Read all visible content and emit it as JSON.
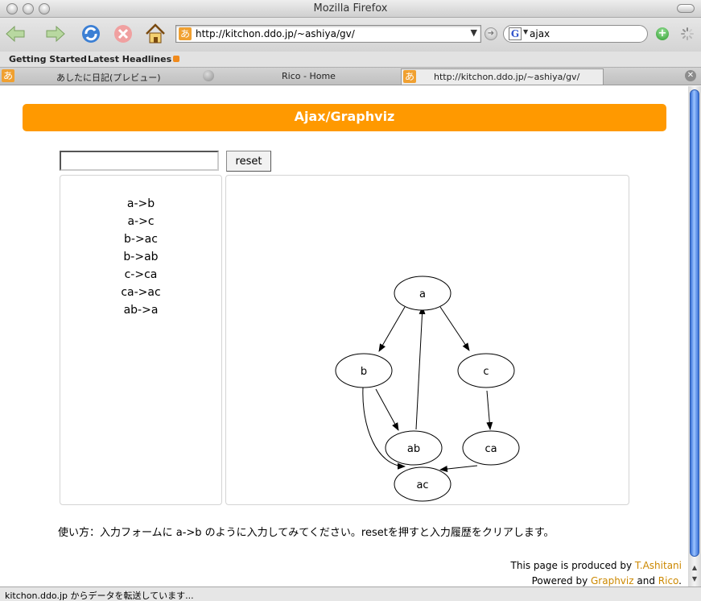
{
  "window": {
    "title": "Mozilla Firefox"
  },
  "toolbar": {
    "url": "http://kitchon.ddo.jp/~ashiya/gv/",
    "search_value": "ajax"
  },
  "bookmarks": [
    {
      "label": "Getting Started"
    },
    {
      "label": "Latest Headlines"
    }
  ],
  "tabs": [
    {
      "label": "あしたに日記(プレビュー)"
    },
    {
      "label": "Rico - Home"
    },
    {
      "label": "http://kitchon.ddo.jp/~ashiya/gv/"
    }
  ],
  "favicon_glyph": "あ",
  "page": {
    "header": "Ajax/Graphviz",
    "input_value": "",
    "reset_label": "reset",
    "edges": [
      "a->b",
      "a->c",
      "b->ac",
      "b->ab",
      "c->ca",
      "ca->ac",
      "ab->a"
    ],
    "graph": {
      "nodes": [
        "a",
        "b",
        "c",
        "ab",
        "ca",
        "ac"
      ]
    },
    "usage": "使い方：入力フォームに a->b のように入力してみてください。resetを押すと入力履歴をクリアします。",
    "credits": {
      "line1_prefix": "This page is produced by ",
      "author": "T.Ashitani",
      "line2_prefix": "Powered by ",
      "graphviz": "Graphviz",
      "and": " and ",
      "rico": "Rico",
      "end": "."
    }
  },
  "status": {
    "text": "kitchon.ddo.jp からデータを転送しています..."
  },
  "colors": {
    "header_bg": "#ff9900",
    "link": "#cc8800"
  }
}
